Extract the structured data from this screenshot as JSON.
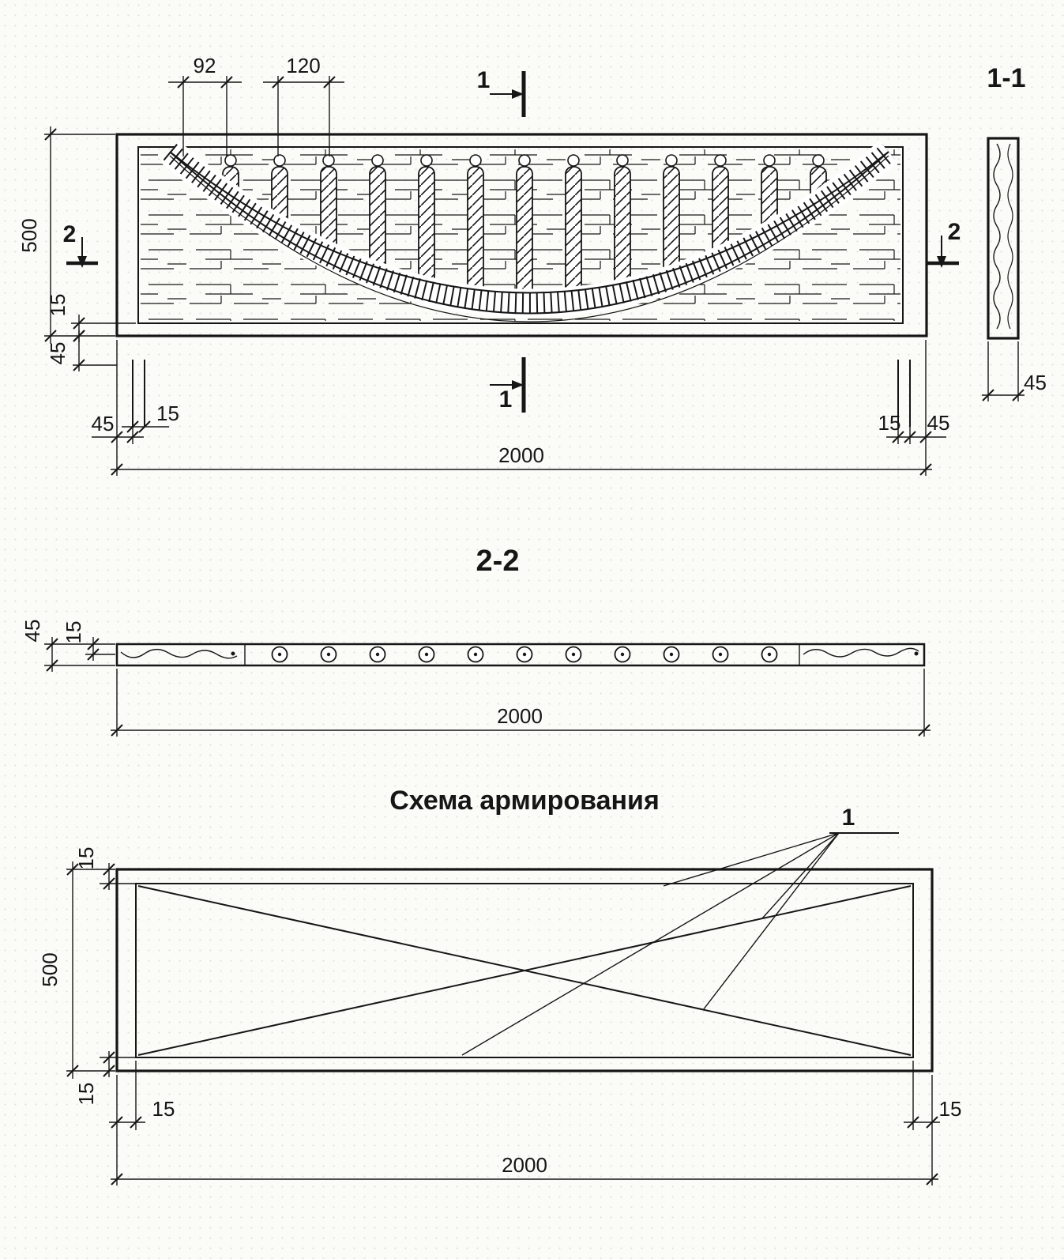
{
  "main_view": {
    "dims": {
      "d92": "92",
      "d120": "120",
      "d500": "500",
      "d15_left": "15",
      "d45_left": "45",
      "d45_bl": "45",
      "d15_bl": "15",
      "d2000": "2000",
      "d15_br": "15",
      "d45_br": "45"
    },
    "marks": {
      "m1_top": "1",
      "m1_bottom": "1",
      "m2_left": "2",
      "m2_right": "2"
    }
  },
  "section_1_1": {
    "title": "1-1",
    "d45": "45"
  },
  "section_2_2": {
    "title": "2-2",
    "d45": "45",
    "d15": "15",
    "d2000": "2000"
  },
  "reinforcement": {
    "title": "Схема армирования",
    "callout": "1",
    "d15_top": "15",
    "d500": "500",
    "d15_bottom": "15",
    "d15_bl": "15",
    "d15_br": "15",
    "d2000": "2000"
  },
  "colors": {
    "ink": "#161616",
    "paper": "#fbfbf8"
  }
}
